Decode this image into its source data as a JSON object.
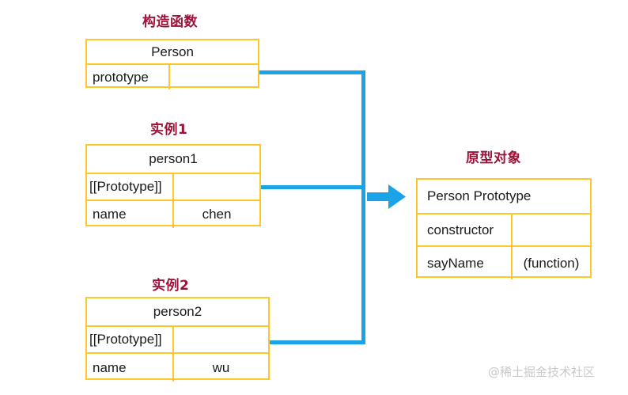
{
  "diagram": {
    "title_constructor": "构造函数",
    "title_instance1": "实例1",
    "title_instance2": "实例2",
    "title_prototype": "原型对象",
    "colors": {
      "box_border": "#fdc72a",
      "connector": "#1ba3e8",
      "title_text": "#9e1238",
      "body_text": "#1a1a1a",
      "watermark": "#c9c9c9",
      "background": "#ffffff"
    },
    "boxes": {
      "person": {
        "header": "Person",
        "rows": [
          {
            "label": "prototype",
            "value": ""
          }
        ]
      },
      "person1": {
        "header": "person1",
        "rows": [
          {
            "label": "[[Prototype]]",
            "value": ""
          },
          {
            "label": "name",
            "value": "chen"
          }
        ]
      },
      "person2": {
        "header": "person2",
        "rows": [
          {
            "label": "[[Prototype]]",
            "value": ""
          },
          {
            "label": "name",
            "value": "wu"
          }
        ]
      },
      "prototype": {
        "header": "Person Prototype",
        "rows": [
          {
            "label": "constructor",
            "value": ""
          },
          {
            "label": "sayName",
            "value": "(function)"
          }
        ]
      }
    },
    "connectors": [
      {
        "name": "person-prototype-to-proto",
        "from": "Person.prototype",
        "to": "Person Prototype"
      },
      {
        "name": "person1-prototype-to-proto",
        "from": "person1.[[Prototype]]",
        "to": "Person Prototype"
      },
      {
        "name": "person2-prototype-to-proto",
        "from": "person2.[[Prototype]]",
        "to": "Person Prototype"
      }
    ],
    "watermark": "@稀土掘金技术社区"
  }
}
